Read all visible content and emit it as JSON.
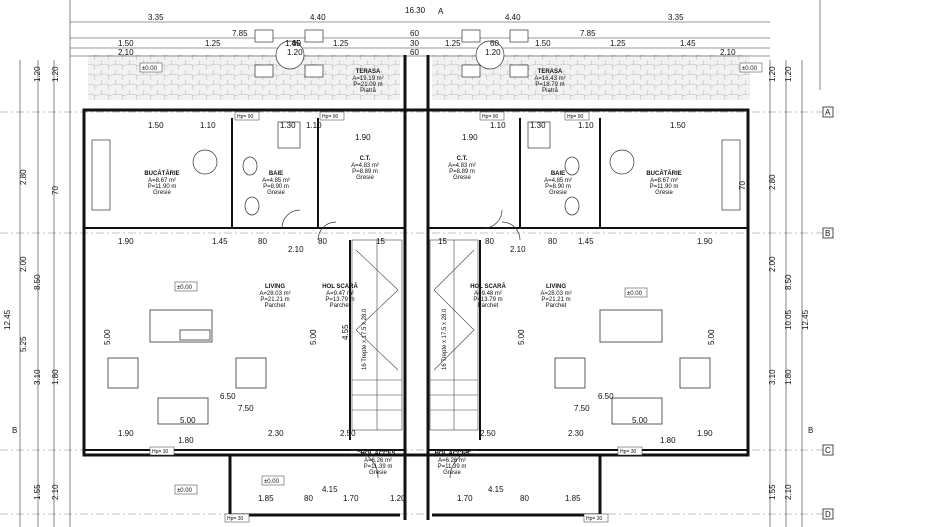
{
  "drawing": {
    "top_dims_left": [
      "3.35",
      "4.40",
      "7.85",
      "1.50",
      "1.25",
      "1.45",
      "1.25",
      "2.10",
      "60",
      "1.20"
    ],
    "top_dims_right": [
      "4.40",
      "3.35",
      "7.85",
      "1.50",
      "1.25",
      "1.45",
      "1.25",
      "2.10",
      "60",
      "1.20"
    ],
    "top_center": [
      "16.30",
      "60",
      "30",
      "60"
    ],
    "left_dims": [
      "1.20",
      "1.20",
      "2.80",
      "70",
      "8.50",
      "2.00",
      "12.45",
      "5.25",
      "3.10",
      "1.80",
      "1.55",
      "2.10"
    ],
    "right_dims": [
      "1.20",
      "1.20",
      "2.80",
      "70",
      "8.50",
      "2.00",
      "10.05",
      "12.45",
      "3.10",
      "1.80",
      "1.55",
      "2.10"
    ],
    "grid_axes": [
      "A",
      "B",
      "C",
      "D"
    ],
    "levels": [
      "±0.00",
      "±0.00",
      "±0.00",
      "±0.00",
      "±0.00",
      "±0.00"
    ],
    "rooms": {
      "terasa_left": {
        "name": "TERASA",
        "area": "A=19.19 m²",
        "perim": "P=21.09 m",
        "finish": "Piatră"
      },
      "terasa_right": {
        "name": "TERASA",
        "area": "A=16.43 m²",
        "perim": "P=18.79 m",
        "finish": "Piatră"
      },
      "bucatarie_left": {
        "name": "BUCĂTĂRIE",
        "area": "A=8.67 m²",
        "perim": "P=11.90 m",
        "finish": "Gresie"
      },
      "bucatarie_right": {
        "name": "BUCĂTĂRIE",
        "area": "A=8.67 m²",
        "perim": "P=11.90 m",
        "finish": "Gresie"
      },
      "baie_left": {
        "name": "BAIE",
        "area": "A=4.85 m²",
        "perim": "P=8.90 m",
        "finish": "Gresie"
      },
      "baie_right": {
        "name": "BAIE",
        "area": "A=4.85 m²",
        "perim": "P=8.90 m",
        "finish": "Gresie"
      },
      "ct_left": {
        "name": "C.T.",
        "area": "A=4.83 m²",
        "perim": "P=8.89 m",
        "finish": "Gresie"
      },
      "ct_right": {
        "name": "C.T.",
        "area": "A=4.83 m²",
        "perim": "P=8.89 m",
        "finish": "Gresie"
      },
      "living_left": {
        "name": "LIVING",
        "area": "A=28.03 m²",
        "perim": "P=21.21 m",
        "finish": "Parchet"
      },
      "living_right": {
        "name": "LIVING",
        "area": "A=28.03 m²",
        "perim": "P=21.21 m",
        "finish": "Parchet"
      },
      "hol_scara_left": {
        "name": "HOL SCARĂ",
        "area": "A=9.47 m²",
        "perim": "P=13.79 m",
        "finish": "Parchet"
      },
      "hol_scara_right": {
        "name": "HOL SCARĂ",
        "area": "A=9.48 m²",
        "perim": "P=13.79 m",
        "finish": "Parchet"
      },
      "hol_acces_left": {
        "name": "HOL ACCES",
        "area": "A=6.26 m²",
        "perim": "P=11.39 m",
        "finish": "Gresie"
      },
      "hol_acces_right": {
        "name": "HOL ACCES",
        "area": "A=6.26 m²",
        "perim": "P=11.39 m",
        "finish": "Gresie"
      }
    },
    "inner_dims": {
      "row_a_left": [
        "1.50",
        "1.10",
        "1.30",
        "1.10",
        "1.90"
      ],
      "row_a_right": [
        "1.90",
        "1.10",
        "1.30",
        "1.10",
        "1.50"
      ],
      "row_b_left": [
        "1.90",
        "1.45",
        "80",
        "2.10",
        "80",
        "15"
      ],
      "row_b_right": [
        "15",
        "80",
        "2.10",
        "80",
        "1.45",
        "1.90"
      ],
      "row_c_left": [
        "1.90",
        "1.80",
        "2.30",
        "2.50"
      ],
      "row_c_right": [
        "2.50",
        "2.30",
        "1.80",
        "1.90"
      ],
      "living_w": [
        "7.50",
        "6.50",
        "5.00"
      ],
      "stairs_left": "16 Trepte x 17.5 x 28.0",
      "stairs_right": "16 Trepte x 17.5 x 28.0",
      "vertical_mid": [
        "5.00",
        "4.55",
        "5.00"
      ],
      "bottom_left": [
        "4.15",
        "1.85",
        "80",
        "1.70",
        "1.20"
      ],
      "bottom_right": [
        "4.15",
        "1.70",
        "80",
        "1.85"
      ],
      "hp": [
        "Hp= 90",
        "Hp= 90",
        "Hp= 90",
        "Hp= 90",
        "Hp= 30",
        "Hp= 30",
        "Hp= 30",
        "Hp= 30"
      ]
    }
  }
}
